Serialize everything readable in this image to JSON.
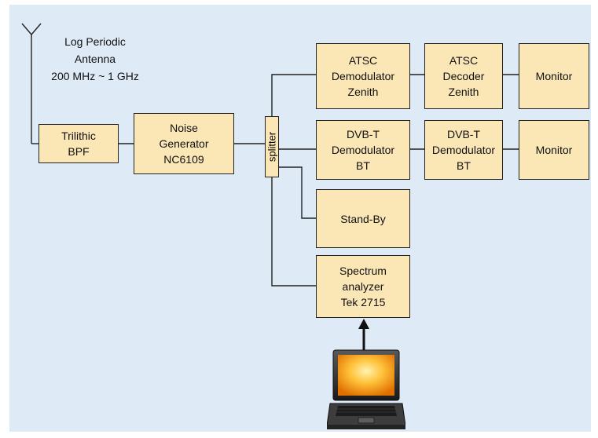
{
  "diagram": {
    "antenna_label": {
      "line1": "Log Periodic",
      "line2": "Antenna",
      "line3": "200 MHz ~ 1 GHz"
    },
    "blocks": {
      "bpf": "Trilithic\nBPF",
      "noise_generator": "Noise\nGenerator\nNC6109",
      "splitter": "splitter",
      "atsc_demod": "ATSC\nDemodulator\nZenith",
      "atsc_decoder": "ATSC\nDecoder\nZenith",
      "monitor_1": "Monitor",
      "dvbt_demod_1": "DVB-T\nDemodulator\nBT",
      "dvbt_demod_2": "DVB-T\nDemodulator\nBT",
      "monitor_2": "Monitor",
      "standby": "Stand-By",
      "spectrum_analyzer": "Spectrum\nanalyzer\nTek 2715"
    },
    "colors": {
      "background_panel": "#deebf6",
      "block_fill": "#fbe6b6",
      "line": "#222222"
    },
    "icons": [
      "antenna-icon",
      "laptop-icon",
      "arrow-up-icon"
    ]
  }
}
